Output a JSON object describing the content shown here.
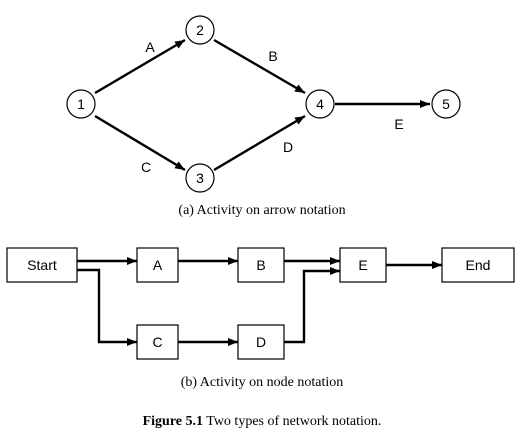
{
  "diagram_a": {
    "nodes": [
      {
        "id": "n1",
        "label": "1"
      },
      {
        "id": "n2",
        "label": "2"
      },
      {
        "id": "n3",
        "label": "3"
      },
      {
        "id": "n4",
        "label": "4"
      },
      {
        "id": "n5",
        "label": "5"
      }
    ],
    "activities": [
      {
        "from": "n1",
        "to": "n2",
        "label": "A"
      },
      {
        "from": "n2",
        "to": "n4",
        "label": "B"
      },
      {
        "from": "n1",
        "to": "n3",
        "label": "C"
      },
      {
        "from": "n3",
        "to": "n4",
        "label": "D"
      },
      {
        "from": "n4",
        "to": "n5",
        "label": "E"
      }
    ],
    "caption": "(a) Activity on arrow notation"
  },
  "diagram_b": {
    "boxes": [
      {
        "id": "start",
        "label": "Start"
      },
      {
        "id": "a",
        "label": "A"
      },
      {
        "id": "b",
        "label": "B"
      },
      {
        "id": "e",
        "label": "E"
      },
      {
        "id": "end",
        "label": "End"
      },
      {
        "id": "c",
        "label": "C"
      },
      {
        "id": "d",
        "label": "D"
      }
    ],
    "caption": "(b) Activity on node notation"
  },
  "figure": {
    "label": "Figure 5.1",
    "title": " Two types of network notation."
  }
}
